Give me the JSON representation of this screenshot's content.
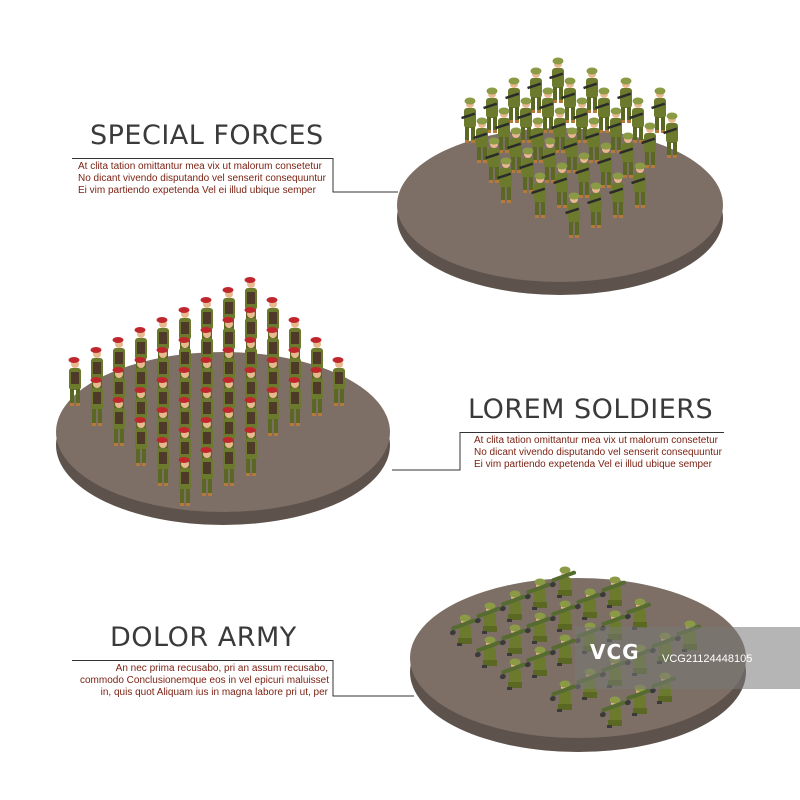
{
  "sections": [
    {
      "title": "SPECIAL FORCES",
      "lines": [
        "At clita tation omittantur mea vix ut malorum consetetur",
        "No dicant vivendo disputando vel senserit consequuntur",
        "Ei vim partiendo expetenda Vel ei illud ubique semper"
      ]
    },
    {
      "title": "LOREM SOLDIERS",
      "lines": [
        "At clita tation omittantur mea vix ut malorum consetetur",
        "No dicant vivendo disputando vel senserit consequuntur",
        "Ei vim partiendo expetenda Vel ei illud ubique semper"
      ]
    },
    {
      "title": "DOLOR ARMY",
      "lines": [
        "An nec prima recusabo, pri an assum recusabo,",
        "commodo Conclusionemque eos in vel epicuri maluisset",
        "in, quis quot Aliquam ius in magna labore pri ut, per"
      ]
    }
  ],
  "watermark": {
    "logo": "VCG",
    "id": "VCG21124448105"
  },
  "colors": {
    "platform_top": "#7d6f65",
    "platform_side": "#5e534c",
    "uniform": "#6b7a2c",
    "helmet": "#8a9a45",
    "beret": "#c0272d",
    "skin": "#e8b88f"
  }
}
